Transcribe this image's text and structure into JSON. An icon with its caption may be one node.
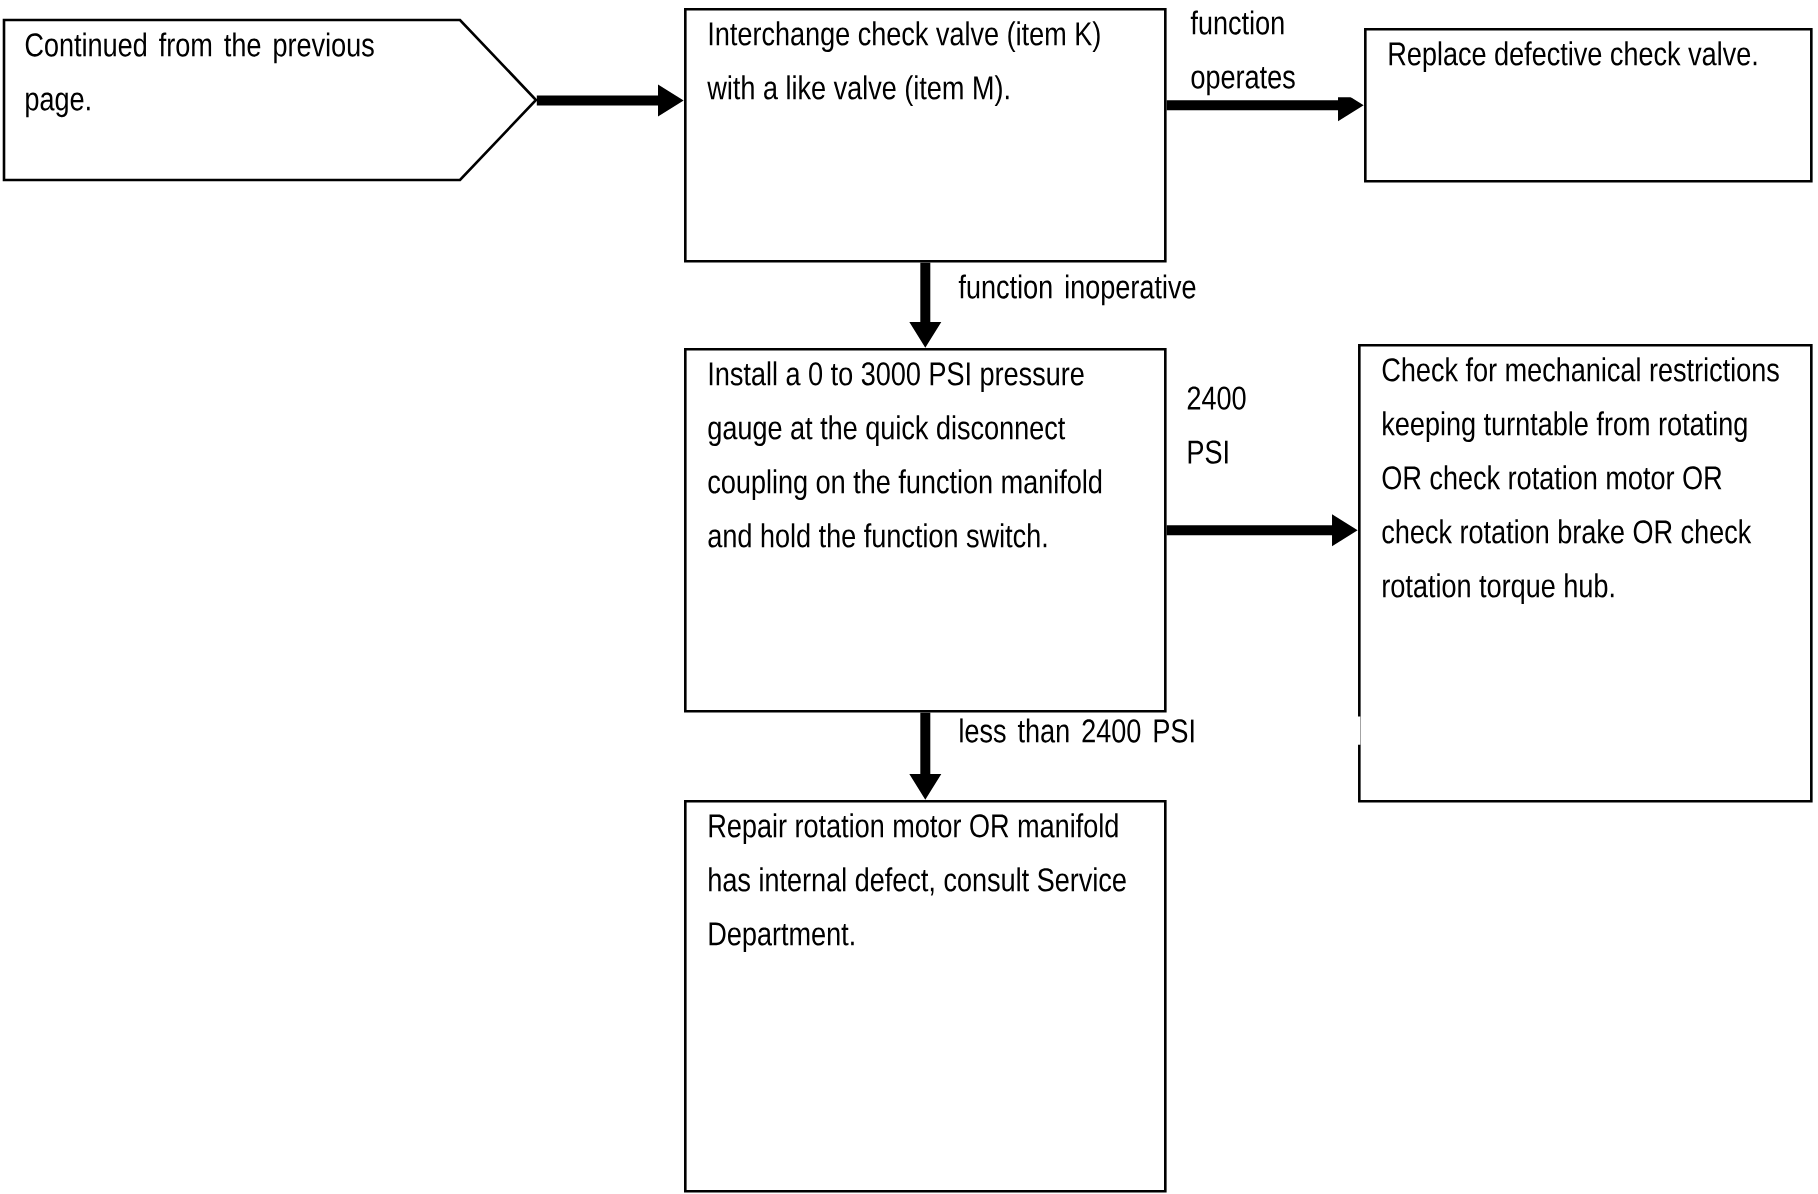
{
  "diagram": {
    "nodes": [
      {
        "text": [
          "Continued from the previous page."
        ]
      },
      {
        "text": [
          "Interchange check valve (item K) with a like valve (item M)."
        ]
      },
      {
        "text": [
          "Replace defective check valve."
        ]
      },
      {
        "text": [
          "Install a 0 to 3000 PSI pressure gauge at the quick disconnect coupling on the function manifold and hold the function switch."
        ]
      },
      {
        "text": [
          "Check for mechanical restrictions keeping turntable from rotating OR check rotation motor OR check rotation brake OR check rotation torque hub."
        ]
      },
      {
        "text": [
          "Repair rotation motor OR manifold has internal defect, consult Service Department."
        ]
      }
    ],
    "edges": [
      {
        "from": 0,
        "to": 1,
        "arrow": "to"
      },
      {
        "from": 1,
        "to": 2,
        "arrow": "to",
        "label": "function operates"
      },
      {
        "from": 1,
        "to": 3,
        "arrow": "to",
        "label": "function inoperative"
      },
      {
        "from": 3,
        "to": 4,
        "arrow": "to",
        "label": "2400 PSI"
      },
      {
        "from": 3,
        "to": 5,
        "arrow": "to",
        "label": "less than 2400 PSI"
      }
    ]
  }
}
